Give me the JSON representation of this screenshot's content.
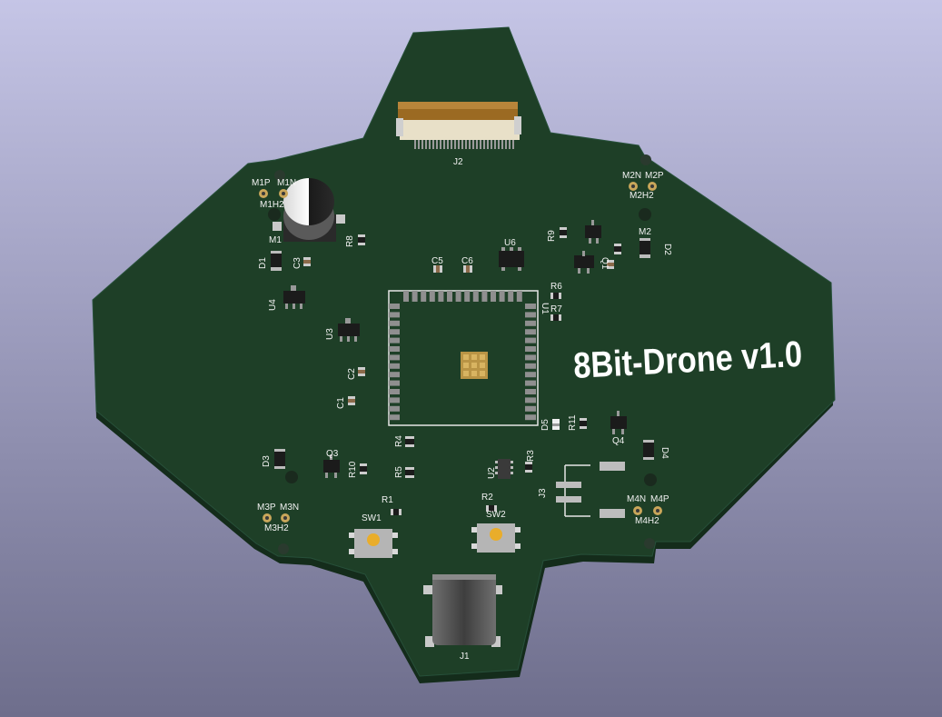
{
  "board": {
    "title": "8Bit-Drone v1.0",
    "colors": {
      "soldermask": "#1c3d25",
      "soldermask_edge": "#163020",
      "silkscreen": "#f2f2f2",
      "pad": "#c9a65a",
      "ic_body": "#1b1b1b",
      "pin": "#9a9a9a"
    }
  },
  "labels": {
    "J2": "J2",
    "J1": "J1",
    "J3": "J3",
    "U1": "U1",
    "U2": "U2",
    "U3": "U3",
    "U4": "U4",
    "U6": "U6",
    "C1": "C1",
    "C2": "C2",
    "C3": "C3",
    "C5": "C5",
    "C6": "C6",
    "R1": "R1",
    "R2": "R2",
    "R3": "R3",
    "R4": "R4",
    "R5": "R5",
    "R6": "R6",
    "R7": "R7",
    "R8": "R8",
    "R9": "R9",
    "R10": "R10",
    "R11": "R11",
    "D1": "D1",
    "D2": "D2",
    "D3": "D3",
    "D4": "D4",
    "D5": "D5",
    "Q1": "Q1",
    "Q3": "Q3",
    "Q4": "Q4",
    "SW1": "SW1",
    "SW2": "SW2",
    "M1": "M1",
    "M2": "M2",
    "M1P": "M1P",
    "M1N": "M1N",
    "M1H2": "M1H2",
    "M2N": "M2N",
    "M2P": "M2P",
    "M2H2": "M2H2",
    "M3P": "M3P",
    "M3N": "M3N",
    "M3H2": "M3H2",
    "M4N": "M4N",
    "M4P": "M4P",
    "M4H2": "M4H2"
  }
}
